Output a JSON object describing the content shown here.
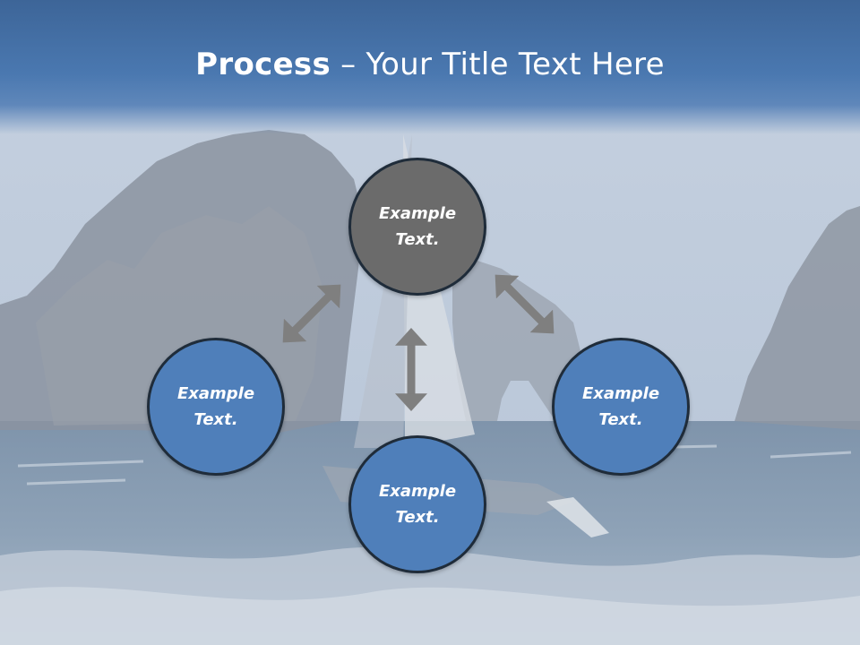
{
  "title": {
    "bold": "Process",
    "rest": " – Your Title Text Here"
  },
  "nodes": [
    {
      "id": "top",
      "line1": "Example",
      "line2": "Text."
    },
    {
      "id": "left",
      "line1": "Example",
      "line2": "Text."
    },
    {
      "id": "right",
      "line1": "Example",
      "line2": "Text."
    },
    {
      "id": "bottom",
      "line1": "Example",
      "line2": "Text."
    }
  ],
  "colors": {
    "header": "#4a78b0",
    "node_active": "#6b6b6b",
    "node": "#4f7fba",
    "arrow": "#7f7f7f"
  },
  "icons": [
    "double-arrow-icon"
  ]
}
